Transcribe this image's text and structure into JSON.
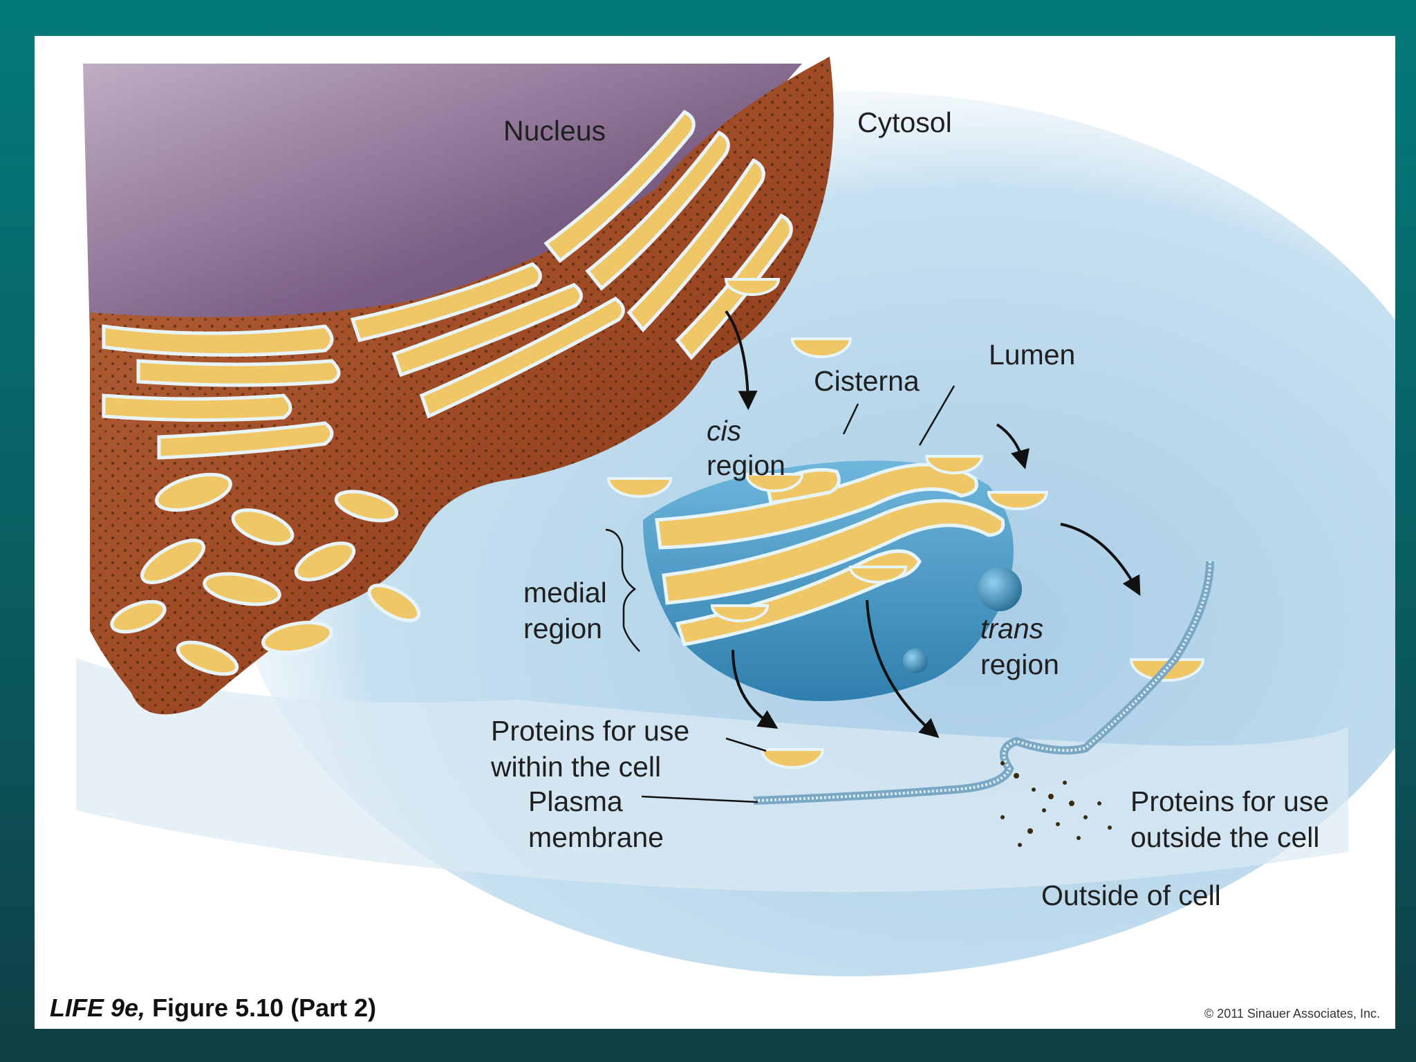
{
  "labels": {
    "nucleus": "Nucleus",
    "cytosol": "Cytosol",
    "lumen": "Lumen",
    "cisterna": "Cisterna",
    "cis_word": "cis",
    "cis_region": "region",
    "medial_line1": "medial",
    "medial_line2": "region",
    "trans_word": "trans",
    "trans_region": "region",
    "proteins_within_line1": "Proteins for use",
    "proteins_within_line2": "within the cell",
    "plasma_line1": "Plasma",
    "plasma_line2": "membrane",
    "proteins_outside_line1": "Proteins for use",
    "proteins_outside_line2": "outside the cell",
    "outside_cell": "Outside of cell"
  },
  "footer": {
    "book": "LIFE 9e,",
    "figure": "Figure 5.10 (Part 2)",
    "copyright": "© 2011 Sinauer Associates, Inc."
  },
  "colors": {
    "background_teal": "#037a7a",
    "nucleus_purple": "#8a6a90",
    "cytosol_blue": "#bcd8ec",
    "er_brown": "#a8532a",
    "lumen_yellow": "#f0c766",
    "golgi_blue": "#4f9ec8"
  }
}
